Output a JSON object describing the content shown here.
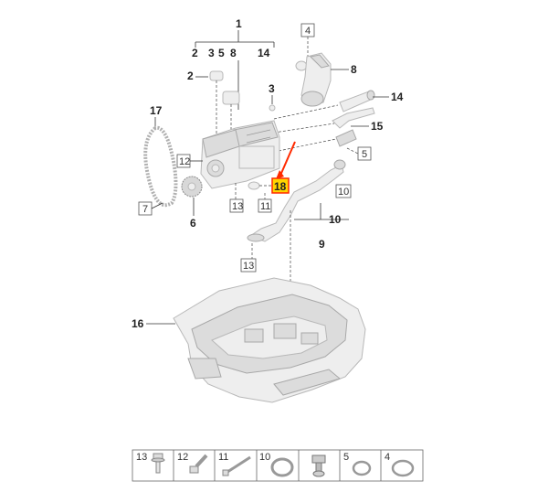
{
  "callouts": {
    "c1": "1",
    "c2a": "2",
    "c3a": "3",
    "c5": "5",
    "c8a": "8",
    "c14a": "14",
    "c2": "2",
    "c3": "3",
    "c8": "8",
    "c14": "14",
    "c15": "15",
    "c17": "17",
    "c6": "6",
    "c9": "9",
    "c10": "10",
    "c16": "16",
    "c18": "18"
  },
  "boxed": {
    "b4": "4",
    "b5": "5",
    "b10": "10",
    "b11": "11",
    "b12": "12",
    "b13a": "13",
    "b13b": "13",
    "b7": "7"
  },
  "legend": [
    {
      "num": "13",
      "icon": "hex-bolt-with-washer-icon"
    },
    {
      "num": "12",
      "icon": "hex-bolt-icon"
    },
    {
      "num": "11",
      "icon": "stud-bolt-icon"
    },
    {
      "num": "10",
      "icon": "sealing-ring-icon"
    },
    {
      "num": "",
      "icon": "banjo-bolt-icon"
    },
    {
      "num": "5",
      "icon": "o-ring-icon"
    },
    {
      "num": "4",
      "icon": "o-ring-large-icon"
    }
  ],
  "highlight": {
    "color": "#ff2a00",
    "fill": "#ffd400"
  }
}
